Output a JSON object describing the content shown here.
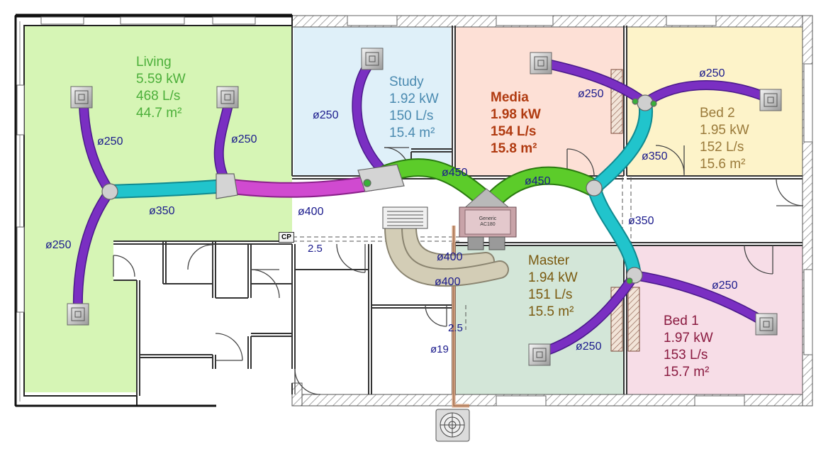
{
  "rooms": [
    {
      "id": "living",
      "name": "Living",
      "load": "5.59 kW",
      "flow": "468 L/s",
      "area": "44.7 m²",
      "color": "#4caf3a",
      "bold": false
    },
    {
      "id": "study",
      "name": "Study",
      "load": "1.92 kW",
      "flow": "150 L/s",
      "area": "15.4 m²",
      "color": "#4a8ab0",
      "bold": false
    },
    {
      "id": "media",
      "name": "Media",
      "load": "1.98 kW",
      "flow": "154 L/s",
      "area": "15.8 m²",
      "color": "#b03a10",
      "bold": true
    },
    {
      "id": "bed2",
      "name": "Bed 2",
      "load": "1.95 kW",
      "flow": "152 L/s",
      "area": "15.6 m²",
      "color": "#9a7a3a",
      "bold": false
    },
    {
      "id": "master",
      "name": "Master",
      "load": "1.94 kW",
      "flow": "151 L/s",
      "area": "15.5 m²",
      "color": "#7a5a10",
      "bold": false
    },
    {
      "id": "bed1",
      "name": "Bed 1",
      "load": "1.97 kW",
      "flow": "153 L/s",
      "area": "15.7 m²",
      "color": "#8a1a40",
      "bold": false
    }
  ],
  "duct_sizes": {
    "living_left_upper": "ø250",
    "living_right_upper": "ø250",
    "living_lower": "ø250",
    "living_trunk": "ø350",
    "main_trunk": "ø400",
    "study_branch": "ø250",
    "trunk_left": "ø450",
    "trunk_right": "ø450",
    "media_branch": "ø250",
    "bed2_branch": "ø250",
    "bed2_riser": "ø350",
    "right_down": "ø350",
    "bed1_branch": "ø250",
    "master_branch": "ø250",
    "return_1": "ø400",
    "return_2": "ø400",
    "drain": "ø19"
  },
  "pipe_labels": {
    "cp_run": "2.5",
    "drain_run": "2.5"
  },
  "equipment": {
    "unit_brand": "Generic",
    "unit_model": "AC180",
    "controller": "CP"
  },
  "colors": {
    "living": "#d6f5b5",
    "study": "#dff0f9",
    "media": "#fde0d6",
    "bed2": "#fdf3c9",
    "master": "#d3e6d8",
    "bed1": "#f7dde7",
    "duct_250": "#7a2fc2",
    "duct_350": "#21c4cc",
    "duct_400": "#d04ad0",
    "duct_450": "#5ccc2a",
    "return_duct": "#c9c3ae",
    "dim_text": "#1a1a8c"
  }
}
